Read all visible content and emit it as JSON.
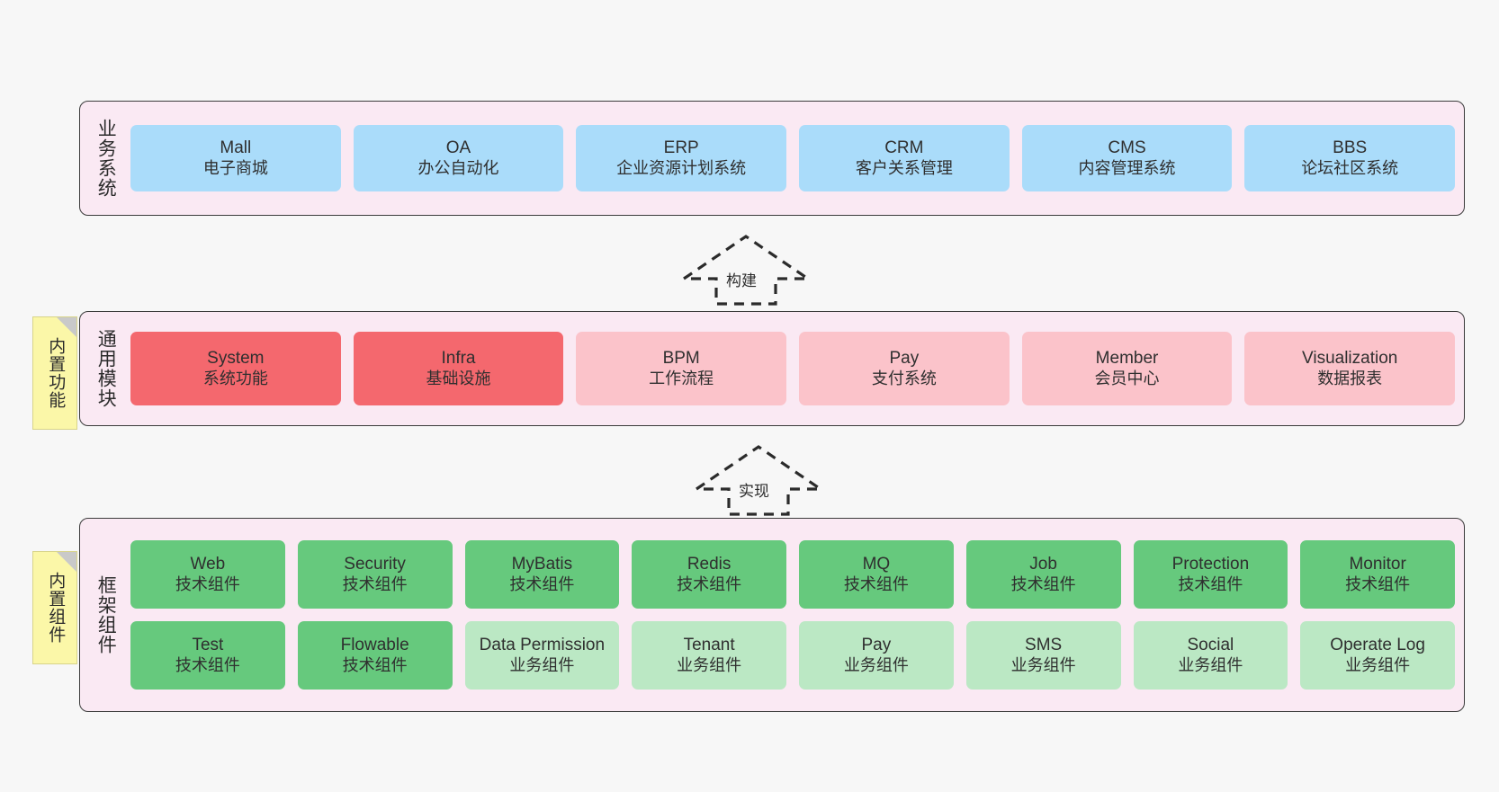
{
  "diagram": {
    "background": "#f7f7f7",
    "layer_fill": "#fae9f3",
    "layers": [
      {
        "key": "business",
        "title": "业务系统",
        "cards": [
          {
            "en": "Mall",
            "cn": "电子商城",
            "color": "#aadcfa"
          },
          {
            "en": "OA",
            "cn": "办公自动化",
            "color": "#aadcfa"
          },
          {
            "en": "ERP",
            "cn": "企业资源计划系统",
            "color": "#aadcfa"
          },
          {
            "en": "CRM",
            "cn": "客户关系管理",
            "color": "#aadcfa"
          },
          {
            "en": "CMS",
            "cn": "内容管理系统",
            "color": "#aadcfa"
          },
          {
            "en": "BBS",
            "cn": "论坛社区系统",
            "color": "#aadcfa"
          }
        ]
      },
      {
        "key": "common",
        "title": "通用模块",
        "note": "内置功能",
        "cards": [
          {
            "en": "System",
            "cn": "系统功能",
            "color": "#f4686e"
          },
          {
            "en": "Infra",
            "cn": "基础设施",
            "color": "#f4686e"
          },
          {
            "en": "BPM",
            "cn": "工作流程",
            "color": "#fbc3ca"
          },
          {
            "en": "Pay",
            "cn": "支付系统",
            "color": "#fbc3ca"
          },
          {
            "en": "Member",
            "cn": "会员中心",
            "color": "#fbc3ca"
          },
          {
            "en": "Visualization",
            "cn": "数据报表",
            "color": "#fbc3ca"
          }
        ]
      },
      {
        "key": "framework",
        "title": "框架组件",
        "note": "内置组件",
        "rows": [
          [
            {
              "en": "Web",
              "cn": "技术组件",
              "color": "#66c97d"
            },
            {
              "en": "Security",
              "cn": "技术组件",
              "color": "#66c97d"
            },
            {
              "en": "MyBatis",
              "cn": "技术组件",
              "color": "#66c97d"
            },
            {
              "en": "Redis",
              "cn": "技术组件",
              "color": "#66c97d"
            },
            {
              "en": "MQ",
              "cn": "技术组件",
              "color": "#66c97d"
            },
            {
              "en": "Job",
              "cn": "技术组件",
              "color": "#66c97d"
            },
            {
              "en": "Protection",
              "cn": "技术组件",
              "color": "#66c97d"
            },
            {
              "en": "Monitor",
              "cn": "技术组件",
              "color": "#66c97d"
            }
          ],
          [
            {
              "en": "Test",
              "cn": "技术组件",
              "color": "#66c97d"
            },
            {
              "en": "Flowable",
              "cn": "技术组件",
              "color": "#66c97d"
            },
            {
              "en": "Data Permission",
              "cn": "业务组件",
              "color": "#bbe8c4"
            },
            {
              "en": "Tenant",
              "cn": "业务组件",
              "color": "#bbe8c4"
            },
            {
              "en": "Pay",
              "cn": "业务组件",
              "color": "#bbe8c4"
            },
            {
              "en": "SMS",
              "cn": "业务组件",
              "color": "#bbe8c4"
            },
            {
              "en": "Social",
              "cn": "业务组件",
              "color": "#bbe8c4"
            },
            {
              "en": "Operate Log",
              "cn": "业务组件",
              "color": "#bbe8c4"
            }
          ]
        ]
      }
    ],
    "arrows": [
      {
        "key": "build",
        "label": "构建"
      },
      {
        "key": "implement",
        "label": "实现"
      }
    ]
  }
}
